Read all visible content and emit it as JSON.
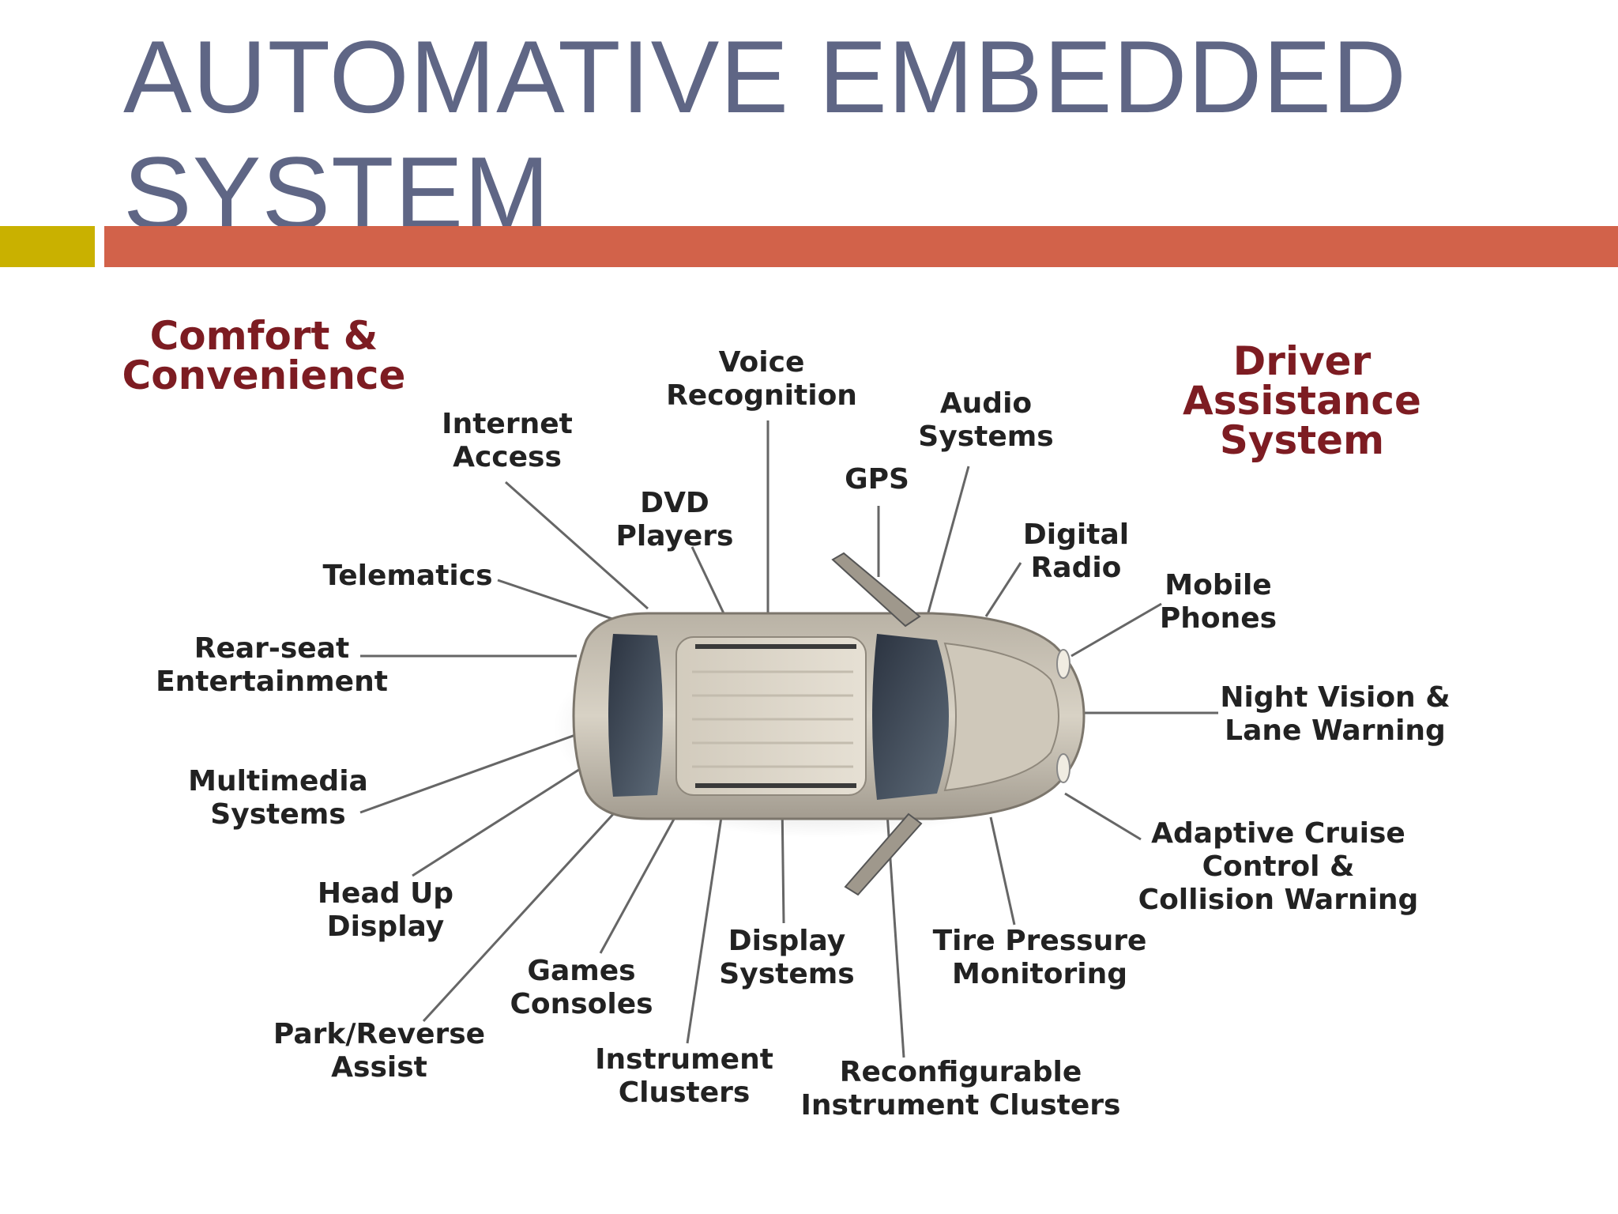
{
  "title": {
    "line1": "AUTOMATIVE EMBEDDED",
    "line2": "SYSTEM"
  },
  "colors": {
    "title": "#5f6685",
    "accent_left": "#c9b100",
    "accent_bar": "#d2624a",
    "heading": "#7d1c22",
    "label": "#222222"
  },
  "headings": {
    "comfort": "Comfort &\nConvenience",
    "driver": "Driver\nAssistance\nSystem"
  },
  "labels": {
    "voice": "Voice\nRecognition",
    "internet": "Internet\nAccess",
    "audio": "Audio\nSystems",
    "gps": "GPS",
    "dvd": "DVD\nPlayers",
    "radio": "Digital\nRadio",
    "telematics": "Telematics",
    "mobile": "Mobile\nPhones",
    "rearseat": "Rear-seat\nEntertainment",
    "night": "Night Vision &\nLane Warning",
    "multimedia": "Multimedia\nSystems",
    "acc": "Adaptive Cruise\nControl &\nCollision Warning",
    "hud": "Head Up\nDisplay",
    "tire": "Tire Pressure\nMonitoring",
    "display": "Display\nSystems",
    "games": "Games\nConsoles",
    "park": "Park/Reverse\nAssist",
    "instrument": "Instrument\nClusters",
    "reconfig": "Reconfigurable\nInstrument Clusters"
  },
  "car_icon": "minivan-top-view"
}
